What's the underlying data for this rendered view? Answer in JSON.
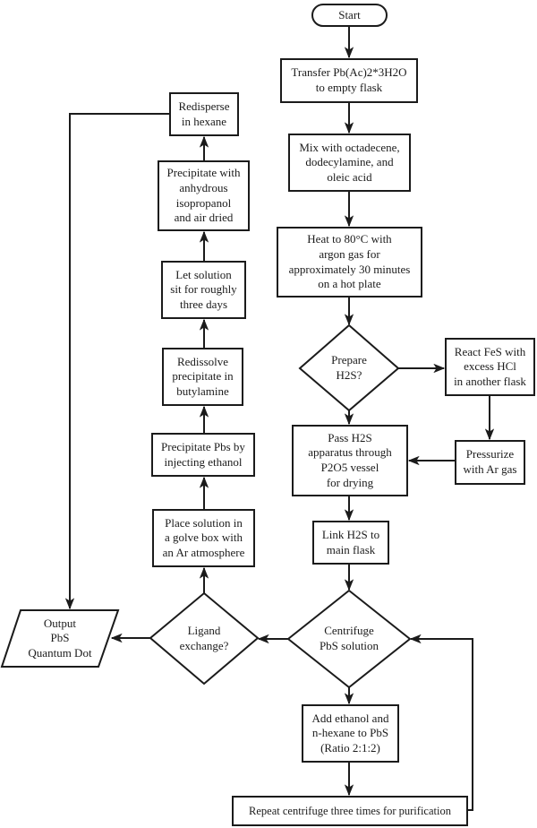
{
  "colors": {
    "stroke": "#1b1b1b",
    "text": "#1b1b1b",
    "background": "#ffffff"
  },
  "diagram": {
    "nodes": {
      "start": {
        "type": "terminator",
        "label": "Start"
      },
      "transfer": {
        "type": "process",
        "label": "Transfer Pb(Ac)2*3H2O\nto empty flask"
      },
      "mix": {
        "type": "process",
        "label": "Mix with octadecene,\ndodecylamine, and\noleic acid"
      },
      "heat": {
        "type": "process",
        "label": "Heat to 80°C with\nargon gas for\napproximately 30 minutes\non a hot plate"
      },
      "prepare_h2s": {
        "type": "decision",
        "label": "Prepare\nH2S?"
      },
      "react_fes": {
        "type": "process",
        "label": "React FeS with\nexcess HCl\nin another flask"
      },
      "pass_h2s": {
        "type": "process",
        "label": "Pass H2S\napparatus through\nP2O5 vessel\nfor drying"
      },
      "pressurize": {
        "type": "process",
        "label": "Pressurize\nwith Ar gas"
      },
      "link_h2s": {
        "type": "process",
        "label": "Link H2S to\nmain flask"
      },
      "centrifuge": {
        "type": "decision",
        "label": "Centrifuge\nPbS solution"
      },
      "add_ethanol": {
        "type": "process",
        "label": "Add ethanol and\nn-hexane to PbS\n(Ratio 2:1:2)"
      },
      "repeat_centrifuge": {
        "type": "process",
        "label": "Repeat centrifuge three times for purification"
      },
      "ligand_exchange": {
        "type": "decision",
        "label": "Ligand\nexchange?"
      },
      "output": {
        "type": "input-output",
        "label": "Output\nPbS\nQuantum Dot"
      },
      "place_solution": {
        "type": "process",
        "label": "Place solution in\na golve box with\nan Ar atmosphere"
      },
      "precipitate_pbs": {
        "type": "process",
        "label": "Precipitate Pbs by\ninjecting ethanol"
      },
      "redissolve": {
        "type": "process",
        "label": "Redissolve\nprecipitate in\nbutylamine"
      },
      "let_sit": {
        "type": "process",
        "label": "Let solution\nsit for roughly\nthree days"
      },
      "precipitate_anhydrous": {
        "type": "process",
        "label": "Precipitate with\nanhydrous\nisopropanol\nand air dried"
      },
      "redisperse": {
        "type": "process",
        "label": "Redisperse\nin hexane"
      }
    },
    "edges": [
      {
        "from": "start",
        "to": "transfer"
      },
      {
        "from": "transfer",
        "to": "mix"
      },
      {
        "from": "mix",
        "to": "heat"
      },
      {
        "from": "heat",
        "to": "prepare_h2s"
      },
      {
        "from": "prepare_h2s",
        "to": "react_fes"
      },
      {
        "from": "prepare_h2s",
        "to": "pass_h2s"
      },
      {
        "from": "react_fes",
        "to": "pressurize"
      },
      {
        "from": "pressurize",
        "to": "pass_h2s"
      },
      {
        "from": "pass_h2s",
        "to": "link_h2s"
      },
      {
        "from": "link_h2s",
        "to": "centrifuge"
      },
      {
        "from": "centrifuge",
        "to": "add_ethanol"
      },
      {
        "from": "add_ethanol",
        "to": "repeat_centrifuge"
      },
      {
        "from": "repeat_centrifuge",
        "to": "centrifuge"
      },
      {
        "from": "centrifuge",
        "to": "ligand_exchange"
      },
      {
        "from": "ligand_exchange",
        "to": "place_solution"
      },
      {
        "from": "ligand_exchange",
        "to": "output"
      },
      {
        "from": "place_solution",
        "to": "precipitate_pbs"
      },
      {
        "from": "precipitate_pbs",
        "to": "redissolve"
      },
      {
        "from": "redissolve",
        "to": "let_sit"
      },
      {
        "from": "let_sit",
        "to": "precipitate_anhydrous"
      },
      {
        "from": "precipitate_anhydrous",
        "to": "redisperse"
      },
      {
        "from": "redisperse",
        "to": "output"
      }
    ]
  }
}
